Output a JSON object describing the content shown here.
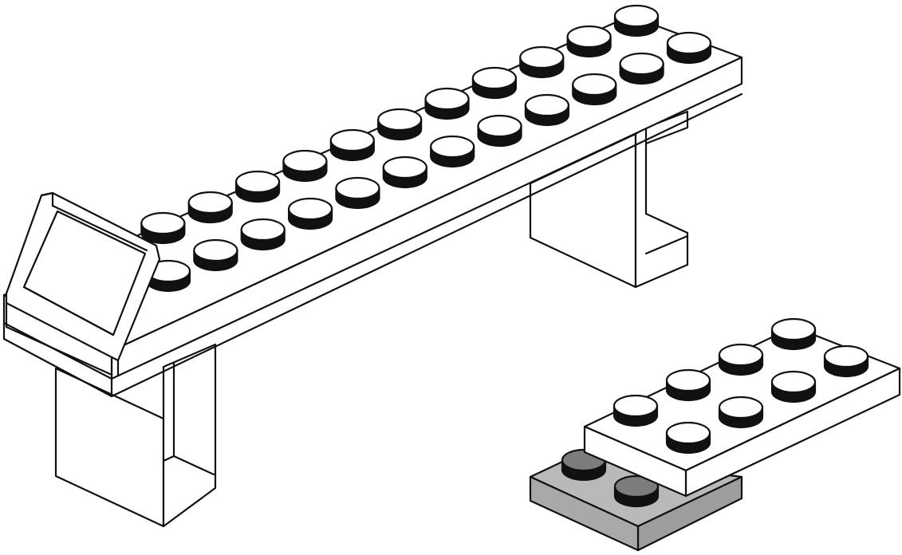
{
  "image": {
    "description_free": true,
    "colors": {
      "background": "#ffffff",
      "outline": "#111111",
      "brick_white": "#ffffff",
      "brick_gray_top": "#b9b9b9",
      "brick_gray_side": "#9e9e9e",
      "stud_gray_top": "#7c7c7c"
    }
  },
  "model": {
    "long_plate": {
      "studs_length": 12,
      "studs_width": 2
    },
    "small_plate": {
      "studs_length": 4,
      "studs_width": 2
    },
    "gray_plate": {
      "studs_length": 2,
      "studs_width": 2
    },
    "legs": {
      "count": 2
    },
    "handle": {
      "count": 1
    }
  }
}
